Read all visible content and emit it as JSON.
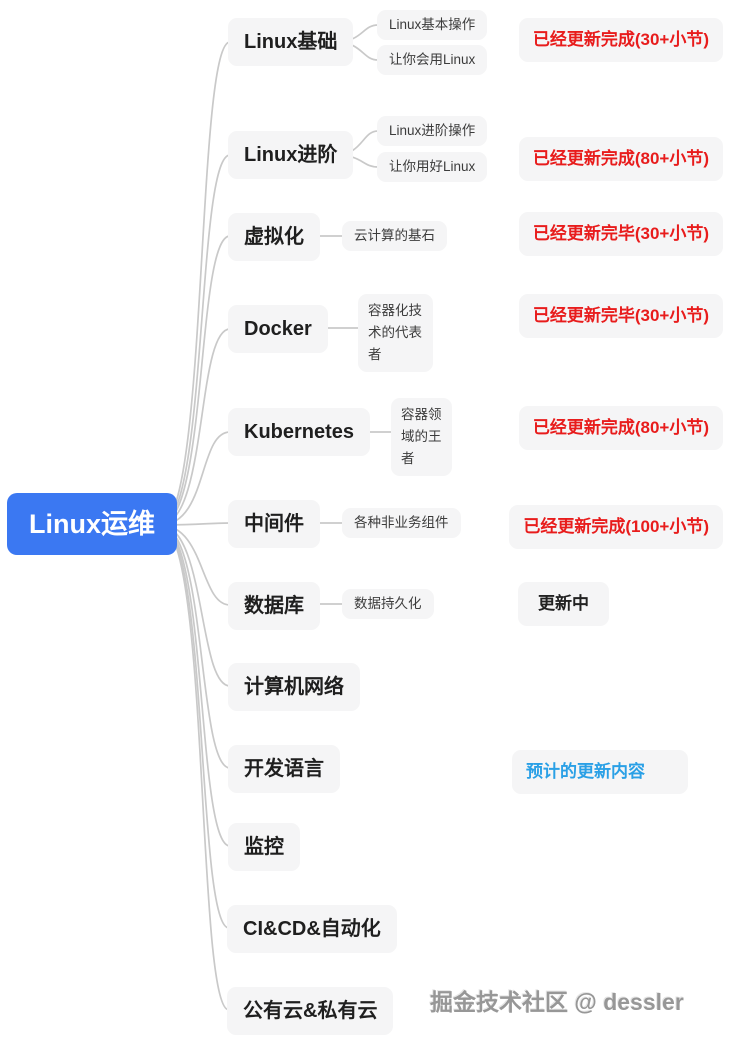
{
  "root": {
    "label": "Linux运维"
  },
  "branches": [
    {
      "label": "Linux基础",
      "subs": [
        "Linux基本操作",
        "让你会用Linux"
      ],
      "status": {
        "text": "已经更新完成(30+小节)",
        "type": "done"
      }
    },
    {
      "label": "Linux进阶",
      "subs": [
        "Linux进阶操作",
        "让你用好Linux"
      ],
      "status": {
        "text": "已经更新完成(80+小节)",
        "type": "done"
      }
    },
    {
      "label": "虚拟化",
      "subs": [
        "云计算的基石"
      ],
      "status": {
        "text": "已经更新完毕(30+小节)",
        "type": "done"
      }
    },
    {
      "label": "Docker",
      "subs": [
        "容器化技术的代表者"
      ],
      "status": {
        "text": "已经更新完毕(30+小节)",
        "type": "done"
      }
    },
    {
      "label": "Kubernetes",
      "subs": [
        "容器领域的王者"
      ],
      "status": {
        "text": "已经更新完成(80+小节)",
        "type": "done"
      }
    },
    {
      "label": "中间件",
      "subs": [
        "各种非业务组件"
      ],
      "status": {
        "text": "已经更新完成(100+小节)",
        "type": "done"
      }
    },
    {
      "label": "数据库",
      "subs": [
        "数据持久化"
      ],
      "status": {
        "text": "更新中",
        "type": "in-progress"
      }
    },
    {
      "label": "计算机网络",
      "subs": []
    },
    {
      "label": "开发语言",
      "subs": [],
      "status": {
        "text": "预计的更新内容",
        "type": "planned"
      }
    },
    {
      "label": "监控",
      "subs": []
    },
    {
      "label": "CI&CD&自动化",
      "subs": []
    },
    {
      "label": "公有云&私有云",
      "subs": []
    }
  ],
  "watermark": "掘金技术社区 @ dessler",
  "colors": {
    "root_bg": "#3b78f2",
    "root_text": "#ffffff",
    "node_bg": "#f5f5f6",
    "topic_text": "#1f1f1f",
    "status_done": "#e81c1c",
    "status_in_progress": "#222222",
    "status_planned": "#2aa0e6",
    "edge": "#c9c9c9"
  }
}
